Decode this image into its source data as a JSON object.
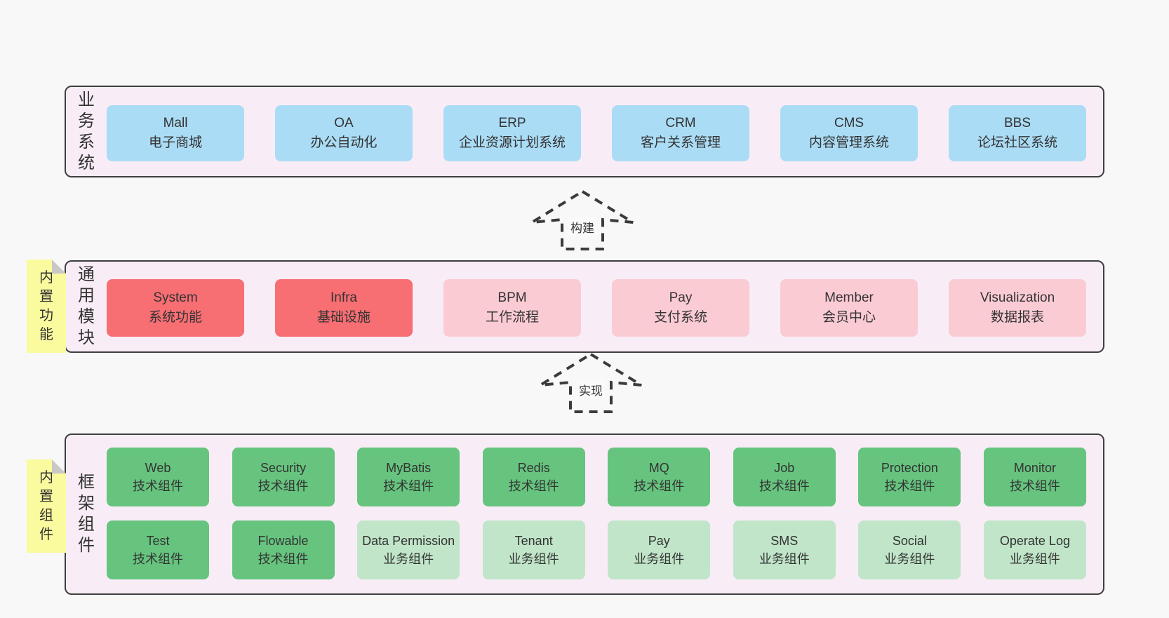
{
  "palette": {
    "background": "#f8f8f8",
    "panel_fill": "#f8edf6",
    "panel_border": "#3f3f3f",
    "blue": "#abdcf5",
    "red": "#f76e73",
    "pink": "#fbcbd4",
    "green": "#66c47e",
    "light_green": "#c0e5c8",
    "sticky_yellow": "#fafa9e",
    "fold_gray": "#c8c8c8",
    "text": "#333333"
  },
  "band1": {
    "label": "业务系统",
    "boxes": [
      {
        "name": "Mall",
        "desc": "电子商城"
      },
      {
        "name": "OA",
        "desc": "办公自动化"
      },
      {
        "name": "ERP",
        "desc": "企业资源计划系统"
      },
      {
        "name": "CRM",
        "desc": "客户关系管理"
      },
      {
        "name": "CMS",
        "desc": "内容管理系统"
      },
      {
        "name": "BBS",
        "desc": "论坛社区系统"
      }
    ]
  },
  "arrow1": {
    "label": "构建"
  },
  "band2": {
    "label": "通用模块",
    "sticky": "内置功能",
    "boxes": [
      {
        "name": "System",
        "desc": "系统功能"
      },
      {
        "name": "Infra",
        "desc": "基础设施"
      },
      {
        "name": "BPM",
        "desc": "工作流程"
      },
      {
        "name": "Pay",
        "desc": "支付系统"
      },
      {
        "name": "Member",
        "desc": "会员中心"
      },
      {
        "name": "Visualization",
        "desc": "数据报表"
      }
    ]
  },
  "arrow2": {
    "label": "实现"
  },
  "band3": {
    "label": "框架组件",
    "sticky": "内置组件",
    "row1": [
      {
        "name": "Web",
        "desc": "技术组件"
      },
      {
        "name": "Security",
        "desc": "技术组件"
      },
      {
        "name": "MyBatis",
        "desc": "技术组件"
      },
      {
        "name": "Redis",
        "desc": "技术组件"
      },
      {
        "name": "MQ",
        "desc": "技术组件"
      },
      {
        "name": "Job",
        "desc": "技术组件"
      },
      {
        "name": "Protection",
        "desc": "技术组件"
      },
      {
        "name": "Monitor",
        "desc": "技术组件"
      }
    ],
    "row2": [
      {
        "name": "Test",
        "desc": "技术组件"
      },
      {
        "name": "Flowable",
        "desc": "技术组件"
      },
      {
        "name": "Data Permission",
        "desc": "业务组件"
      },
      {
        "name": "Tenant",
        "desc": "业务组件"
      },
      {
        "name": "Pay",
        "desc": "业务组件"
      },
      {
        "name": "SMS",
        "desc": "业务组件"
      },
      {
        "name": "Social",
        "desc": "业务组件"
      },
      {
        "name": "Operate Log",
        "desc": "业务组件"
      }
    ]
  }
}
